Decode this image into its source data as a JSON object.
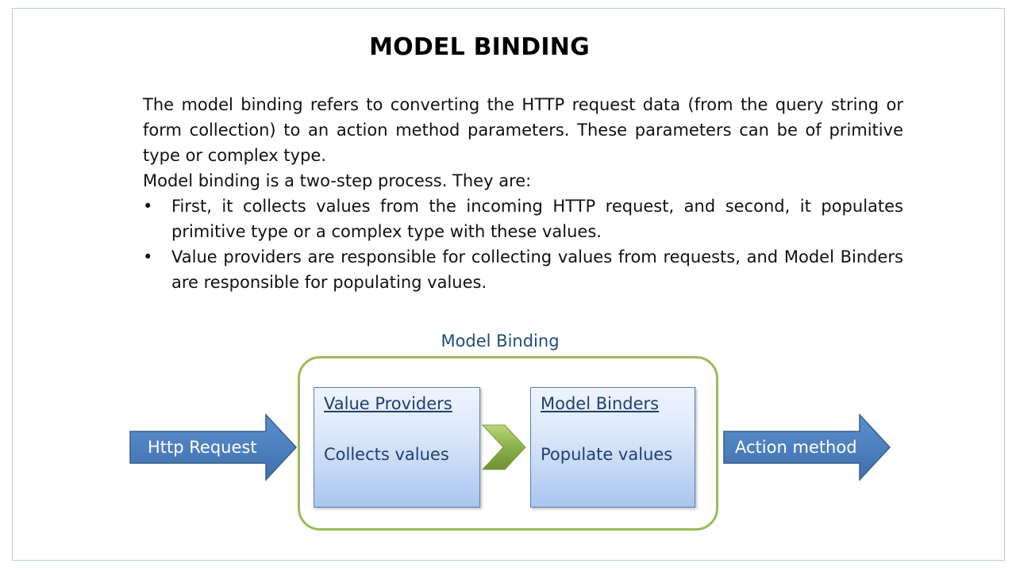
{
  "slide": {
    "title": "MODEL BINDING",
    "paragraph_1": "The model binding refers to converting the HTTP request data (from the query string or form collection) to an action method parameters. These parameters can be of primitive type or complex type.",
    "paragraph_2": "Model binding is a two-step process. They are:",
    "bullets": [
      "First, it collects values from the incoming HTTP request, and second, it populates primitive type or a complex type with these values.",
      "Value providers are responsible for collecting values from requests, and Model Binders are responsible for populating values."
    ],
    "bullet_glyph": "•"
  },
  "diagram": {
    "container_label": "Model Binding",
    "input_arrow_label": "Http Request",
    "output_arrow_label": "Action method",
    "stages": [
      {
        "title": "Value Providers",
        "description": "Collects values"
      },
      {
        "title": "Model Binders",
        "description": "Populate values"
      }
    ],
    "colors": {
      "arrow_fill": "#4f81bd",
      "arrow_stroke": "#385d8a",
      "container_border": "#9bbb59",
      "chevron": "#8cb04a",
      "caption": "#1f4e79"
    }
  }
}
